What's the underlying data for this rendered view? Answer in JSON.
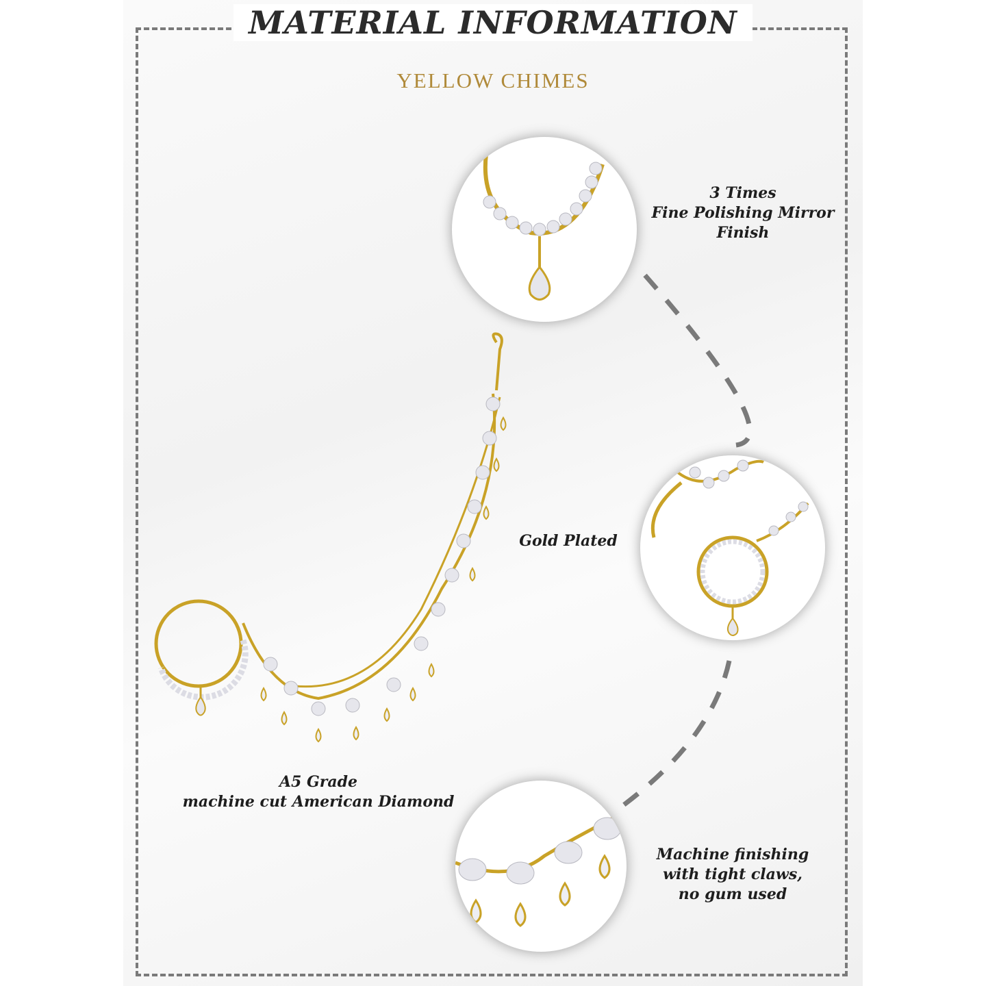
{
  "header": {
    "title": "MATERIAL INFORMATION",
    "brand": "YELLOW CHIMES"
  },
  "features": {
    "polish": {
      "lines": [
        "3 Times",
        "Fine Polishing Mirror",
        "Finish"
      ]
    },
    "plating": {
      "lines": [
        "Gold Plated"
      ]
    },
    "stone": {
      "lines": [
        "A5 Grade",
        "machine cut American Diamond"
      ]
    },
    "setting": {
      "lines": [
        "Machine finishing",
        "with tight claws,",
        "no gum used"
      ]
    }
  },
  "colors": {
    "gold": "#c9a227",
    "stone": "#e9e9ee",
    "frame": "#7a7a7a",
    "brand": "#b08a3a"
  }
}
